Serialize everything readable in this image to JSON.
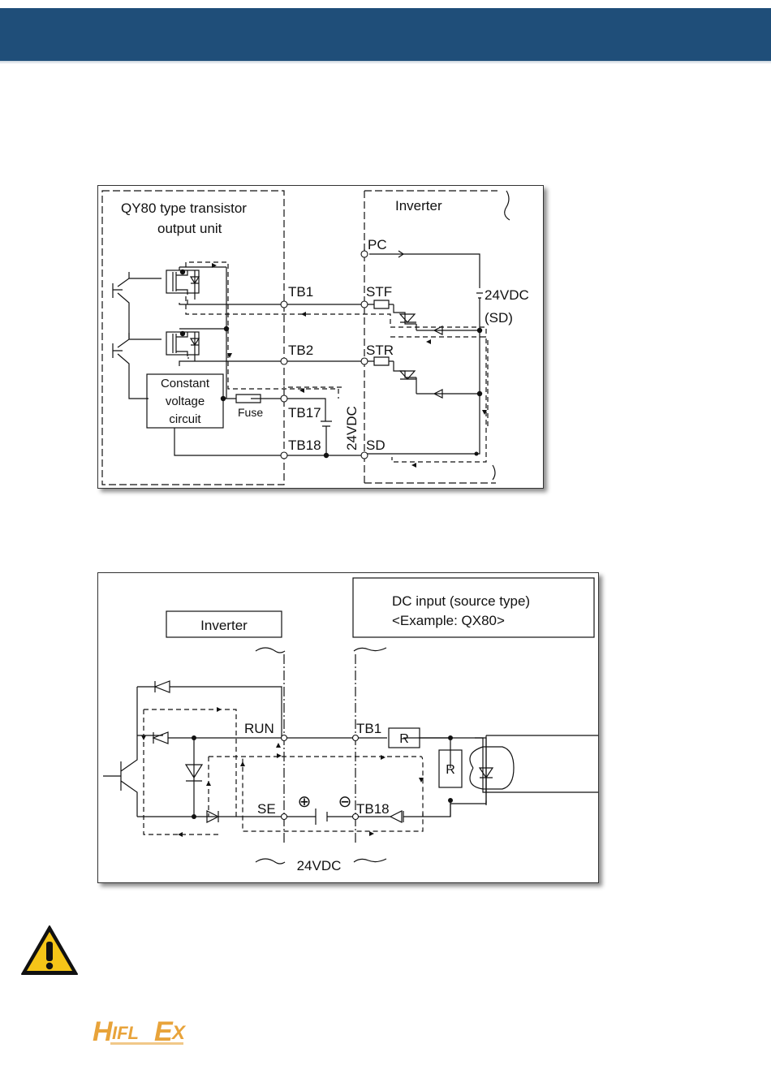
{
  "header": {
    "color": "#1f4e79"
  },
  "diagram1": {
    "left_box_title_line1": "QY80 type transistor",
    "left_box_title_line2": "output unit",
    "right_box_title": "Inverter",
    "terminals": {
      "tb1": "TB1",
      "tb2": "TB2",
      "tb17": "TB17",
      "tb18": "TB18",
      "pc": "PC",
      "stf": "STF",
      "str": "STR",
      "sd": "SD"
    },
    "supply_label_line1": "24VDC",
    "supply_label_line2": "(SD)",
    "vertical_supply_label": "24VDC",
    "fuse_label": "Fuse",
    "cv_line1": "Constant",
    "cv_line2": "voltage",
    "cv_line3": "circuit"
  },
  "diagram2": {
    "inverter_label": "Inverter",
    "dc_input_line1": "DC input (source type)",
    "dc_input_line2": "<Example: QX80>",
    "run_label": "RUN",
    "se_label": "SE",
    "tb1_label": "TB1",
    "tb18_label": "TB18",
    "resistor_label_1": "R",
    "resistor_label_2": "R",
    "plus_symbol": "⊕",
    "minus_symbol": "⊖",
    "supply_label": "24VDC"
  },
  "icons": {
    "warning": "warning-triangle-icon",
    "logo": "hiflex-logo"
  },
  "colors": {
    "warning_fill": "#f5c518",
    "logo_orange": "#e8a33a"
  }
}
